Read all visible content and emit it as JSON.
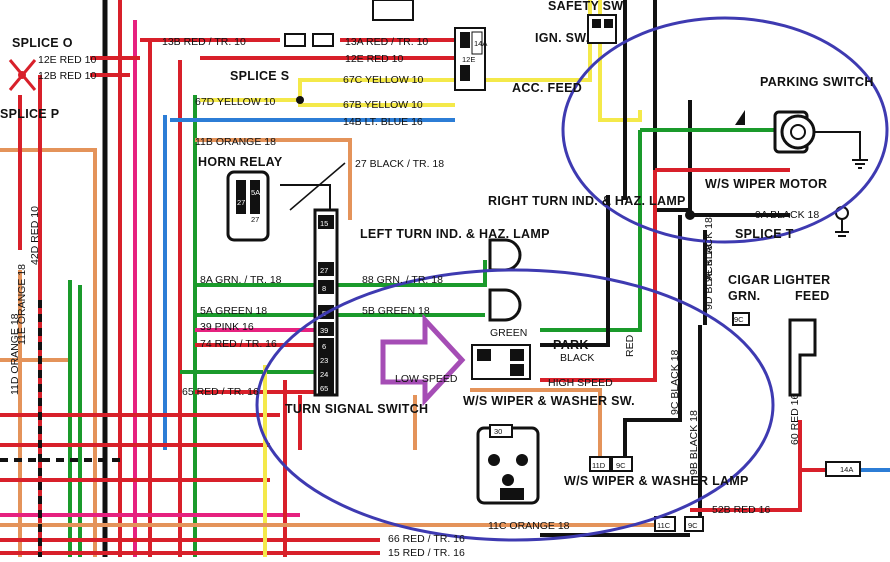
{
  "diagram": {
    "top": {
      "splice_o": "SPLICE O",
      "wire_12e_left": "12E RED 10",
      "wire_12b": "12B RED 10",
      "splice_p": "SPLICE P",
      "wire_13b": "13B RED / TR. 10",
      "wire_13a": "13A RED / TR. 10",
      "wire_12e_mid": "12E RED 10",
      "splice_s": "SPLICE S",
      "wire_67c": "67C YELLOW 10",
      "wire_67d": "67D YELLOW 10",
      "wire_67b": "67B YELLOW 10",
      "wire_14b": "14B LT. BLUE 16",
      "ign_sw": "IGN. SW.",
      "safety_sw": "SAFETY SW.",
      "acc_feed": "ACC. FEED",
      "conn_14a": "14A",
      "conn_12e": "12E"
    },
    "horn": {
      "wire_11b": "11B ORANGE 18",
      "horn_relay": "HORN RELAY",
      "wire_27": "27 BLACK / TR. 18",
      "pin_27b": "27B",
      "pin_5a": "5A",
      "pin_27": "27"
    },
    "turn": {
      "right_lamp": "RIGHT TURN IND. & HAZ. LAMP",
      "left_lamp": "LEFT TURN IND. & HAZ. LAMP",
      "wire_8a": "8A GRN. / TR. 18",
      "wire_88": "88 GRN. / TR. 18",
      "wire_5a": "5A GREEN 18",
      "wire_5b": "5B GREEN 18",
      "wire_39": "39 PINK 16",
      "wire_74": "74 RED / TR. 16",
      "wire_65": "65 RED / TR. 16",
      "turn_switch": "TURN SIGNAL SWITCH",
      "pins": [
        "15",
        "27",
        "8",
        "5",
        "39",
        "6",
        "23",
        "24",
        "65"
      ]
    },
    "wiper": {
      "green": "GREEN",
      "park": "PARK",
      "black": "BLACK",
      "low_speed": "LOW SPEED",
      "high_speed": "HIGH SPEED",
      "red": "RED",
      "wiper_sw": "W/S WIPER & WASHER SW.",
      "washer_lamp": "W/S WIPER & WASHER LAMP",
      "conn_11d": "11D",
      "conn_9c": "9C",
      "conn_30": "30",
      "conn_9c_black": "9C BLACK 18",
      "conn_9d_black": "9D BLACK 18",
      "conn_9b_black": "9B BLACK 18"
    },
    "motor": {
      "parking_switch": "PARKING SWITCH",
      "motor": "W/S WIPER MOTOR",
      "wire_9a": "9A BLACK 18",
      "splice_t": "SPLICE T",
      "wire_9e_black": "9E BLACK 18"
    },
    "lighter": {
      "cigar": "CIGAR LIGHTER",
      "grn": "GRN.",
      "feed": "FEED",
      "conn_9c": "9C",
      "wire_60": "60 RED 16",
      "conn_14a": "14A",
      "wire_52b": "52B RED 16",
      "wire_11c": "11C ORANGE 18",
      "conn_11c": "11C",
      "conn_9c_low": "9C"
    },
    "left": {
      "wire_42d": "42D RED 10",
      "wire_11e": "11E ORANGE 18",
      "wire_11d": "11D ORANGE 18"
    },
    "bottom": {
      "wire_66": "66 RED / TR. 16",
      "wire_15": "15 RED / TR. 16"
    }
  },
  "colors": {
    "red": "#d8202a",
    "green": "#1a9a2b",
    "orange": "#e4935a",
    "yellow": "#f4e94a",
    "pink": "#e6217f",
    "blue": "#2c7dd6",
    "black": "#111111",
    "circle": "#3e3ab1",
    "arrow": "#a54db5"
  }
}
